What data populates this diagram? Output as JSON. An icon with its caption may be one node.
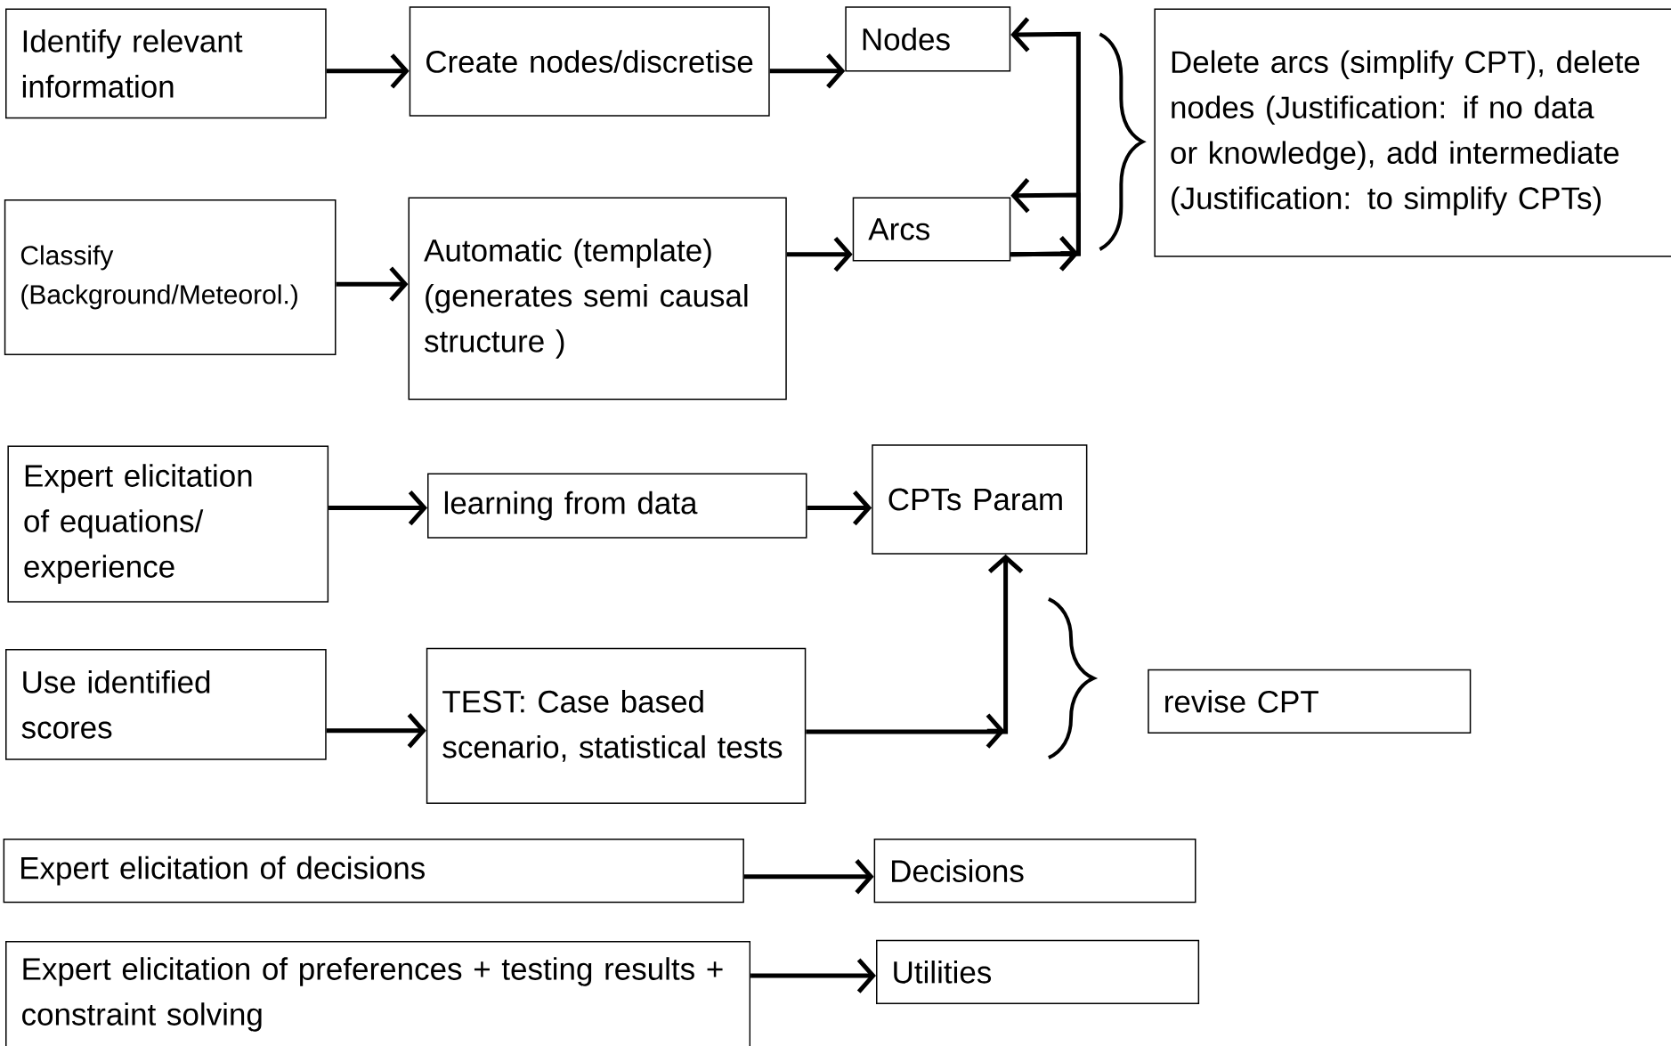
{
  "diagram": {
    "nodes": [
      {
        "text": [
          "Identify relevant information"
        ]
      },
      {
        "text": [
          "Create nodes/discretise"
        ]
      },
      {
        "text": [
          "Nodes"
        ]
      },
      {
        "text": [
          "Delete arcs (simplify CPT), delete nodes (Justification: if no data or knowledge), add intermediate (Justification: to simplify CPTs)"
        ]
      },
      {
        "text": [
          "Classify (Background/Meteorol.)"
        ]
      },
      {
        "text": [
          "Automatic (template) (generates semi causal structure )"
        ]
      },
      {
        "text": [
          "Arcs"
        ]
      },
      {
        "text": [
          "Expert elicitation of equations/ experience"
        ]
      },
      {
        "text": [
          "learning from data"
        ]
      },
      {
        "text": [
          "CPTs Param"
        ]
      },
      {
        "text": [
          "Use identified scores"
        ]
      },
      {
        "text": [
          "TEST: Case based scenario, statistical tests"
        ]
      },
      {
        "text": [
          "revise CPT"
        ]
      },
      {
        "text": [
          "Expert elicitation of decisions"
        ]
      },
      {
        "text": [
          "Decisions"
        ]
      },
      {
        "text": [
          "Expert elicitation of preferences + testing results + constraint solving"
        ]
      },
      {
        "text": [
          "Utilities"
        ]
      }
    ],
    "edges": [
      {
        "from": 0,
        "to": 1,
        "arrow": "to"
      },
      {
        "from": 1,
        "to": 2,
        "arrow": "to"
      },
      {
        "from": 4,
        "to": 5,
        "arrow": "to"
      },
      {
        "from": 5,
        "to": 6,
        "arrow": "to"
      },
      {
        "from": 6,
        "to": 2,
        "arrow": "to"
      },
      {
        "from": 6,
        "to": 6,
        "arrow": "to"
      },
      {
        "from": 7,
        "to": 8,
        "arrow": "to"
      },
      {
        "from": 8,
        "to": 9,
        "arrow": "to"
      },
      {
        "from": 10,
        "to": 11,
        "arrow": "to"
      },
      {
        "from": 11,
        "to": 9,
        "arrow": "to"
      },
      {
        "from": 13,
        "to": 14,
        "arrow": "to"
      },
      {
        "from": 15,
        "to": 16,
        "arrow": "to"
      }
    ]
  }
}
